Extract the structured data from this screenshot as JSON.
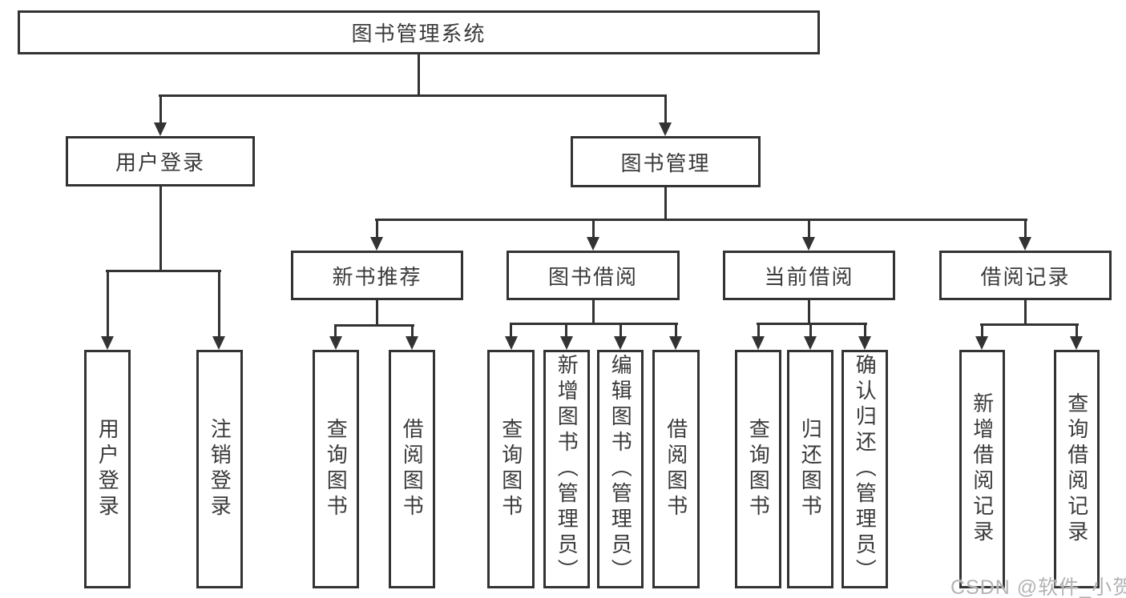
{
  "colors": {
    "line": "#333333",
    "box_border": "#333333",
    "box_background": "#ffffff",
    "text": "#3a3a3a",
    "watermark": "#b3b3b3"
  },
  "tree": {
    "root": {
      "label": "图书管理系统",
      "children": [
        {
          "label": "用户登录",
          "children": [
            {
              "label": "用户登录"
            },
            {
              "label": "注销登录"
            }
          ]
        },
        {
          "label": "图书管理",
          "children": [
            {
              "label": "新书推荐",
              "children": [
                {
                  "label": "查询图书"
                },
                {
                  "label": "借阅图书"
                }
              ]
            },
            {
              "label": "图书借阅",
              "children": [
                {
                  "label": "查询图书"
                },
                {
                  "label": "新增图书（管理员）"
                },
                {
                  "label": "编辑图书（管理员）"
                },
                {
                  "label": "借阅图书"
                }
              ]
            },
            {
              "label": "当前借阅",
              "children": [
                {
                  "label": "查询图书"
                },
                {
                  "label": "归还图书"
                },
                {
                  "label": "确认归还（管理员）"
                }
              ]
            },
            {
              "label": "借阅记录",
              "children": [
                {
                  "label": "新增借阅记录"
                },
                {
                  "label": "查询借阅记录"
                }
              ]
            }
          ]
        }
      ]
    }
  },
  "watermark": {
    "text": "CSDN @软件_小贺同学"
  }
}
